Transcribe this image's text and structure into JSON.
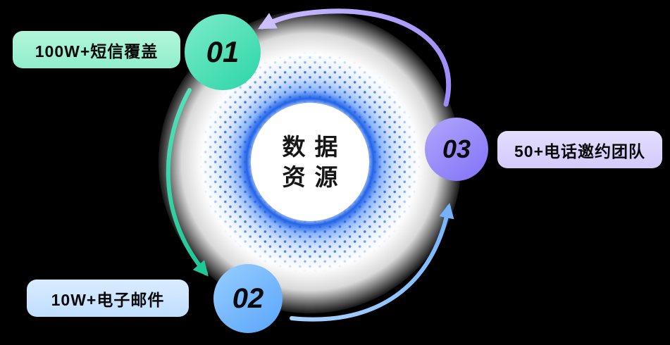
{
  "diagram": {
    "center": {
      "line1": "数据",
      "line2": "资源"
    },
    "nodes": [
      {
        "number": "01",
        "label": "100W+短信覆盖"
      },
      {
        "number": "02",
        "label": "10W+电子邮件"
      },
      {
        "number": "03",
        "label": "50+电话邀约团队"
      }
    ],
    "colors": {
      "background": "#000000",
      "node1": "#3fdcab",
      "pill1": "#a2f2d3",
      "node2": "#6badfb",
      "pill2": "#cfe6ff",
      "node3": "#9486f9",
      "pill3": "#ded8fd",
      "ring_dot": "#1e64eb",
      "arrow_purple": "#b3a2fc",
      "arrow_teal": "#2fd3a6",
      "arrow_blue": "#7cb8fb"
    },
    "icons": {
      "arrow_top": "curved-arrow-counterclockwise",
      "arrow_left": "curved-arrow-down",
      "arrow_bottom": "curved-arrow-up"
    }
  }
}
